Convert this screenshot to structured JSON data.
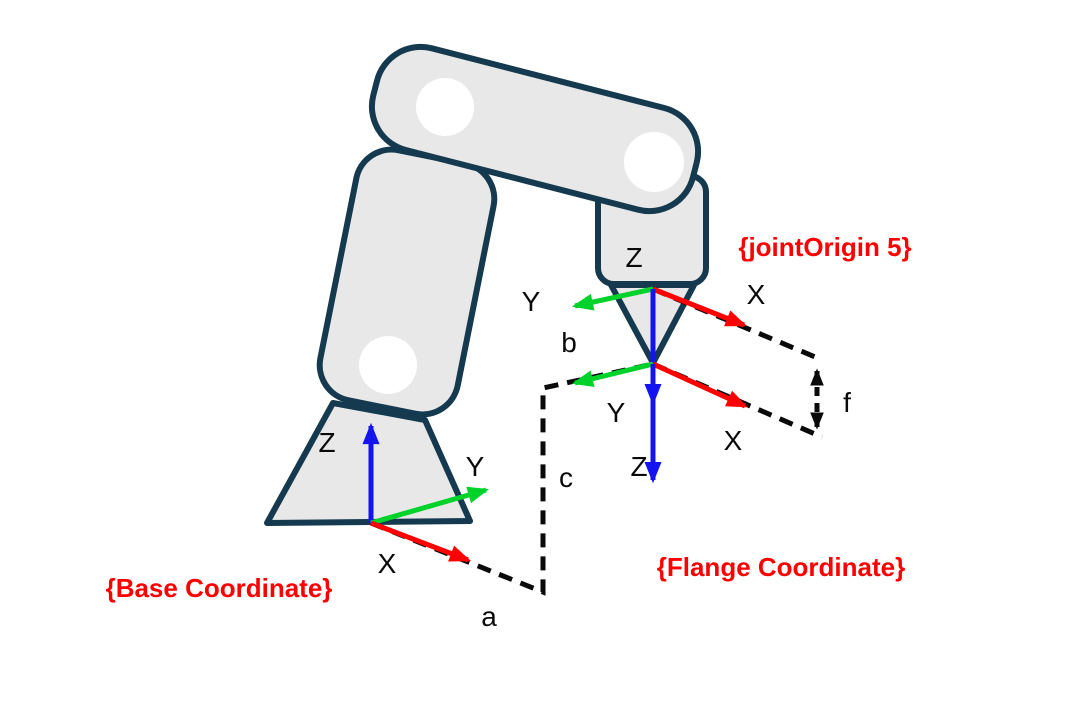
{
  "diagram": {
    "frame_titles": {
      "joint_origin": "{jointOrigin 5}",
      "flange": "{Flange Coordinate}",
      "base": "{Base Coordinate}"
    },
    "axes": {
      "base": {
        "x": "X",
        "y": "Y",
        "z": "Z"
      },
      "joint_origin": {
        "x": "X",
        "y": "Y",
        "z": "Z"
      },
      "flange": {
        "x": "X",
        "y": "Y",
        "z": "Z"
      }
    },
    "dimensions": {
      "a": "a",
      "b": "b",
      "c": "c",
      "f": "f"
    },
    "colors": {
      "x_axis": "#ff0000",
      "y_axis": "#00d22c",
      "z_axis": "#1414f0",
      "frame_title": "#ff0000",
      "robot_outline": "#15394e",
      "robot_fill": "#e8e8e8",
      "dashed_line": "#0a0a0a",
      "joint_hole": "#ffffff"
    }
  }
}
